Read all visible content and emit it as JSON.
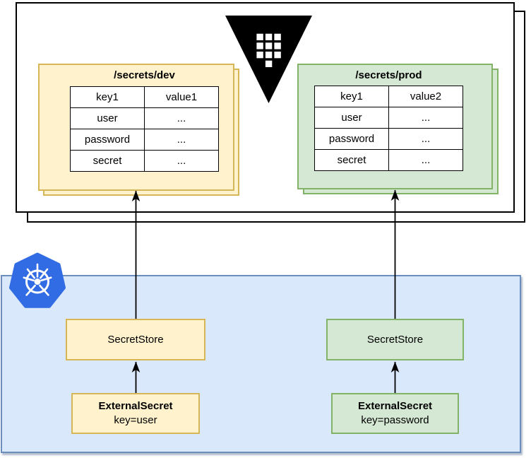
{
  "diagram": {
    "vault_section": {
      "logo": "vault-logo",
      "stores": [
        {
          "title": "/secrets/dev",
          "theme": "yellow",
          "rows": [
            [
              "key1",
              "value1"
            ],
            [
              "user",
              "..."
            ],
            [
              "password",
              "..."
            ],
            [
              "secret",
              "..."
            ]
          ]
        },
        {
          "title": "/secrets/prod",
          "theme": "green",
          "rows": [
            [
              "key1",
              "value2"
            ],
            [
              "user",
              "..."
            ],
            [
              "password",
              "..."
            ],
            [
              "secret",
              "..."
            ]
          ]
        }
      ]
    },
    "k8s_section": {
      "logo": "kubernetes-logo",
      "left": {
        "secret_store": "SecretStore",
        "external_secret_title": "ExternalSecret",
        "external_secret_key": "key=user"
      },
      "right": {
        "secret_store": "SecretStore",
        "external_secret_title": "ExternalSecret",
        "external_secret_key": "key=password"
      }
    },
    "colors": {
      "yellow_fill": "#FFF2CC",
      "yellow_border": "#D6B656",
      "green_fill": "#D5E8D4",
      "green_border": "#82B366",
      "blue_fill": "#DAE8FC",
      "blue_border": "#6C8EBF",
      "kubernetes_blue": "#326CE5",
      "vault_black": "#000000",
      "line_black": "#000000"
    }
  }
}
